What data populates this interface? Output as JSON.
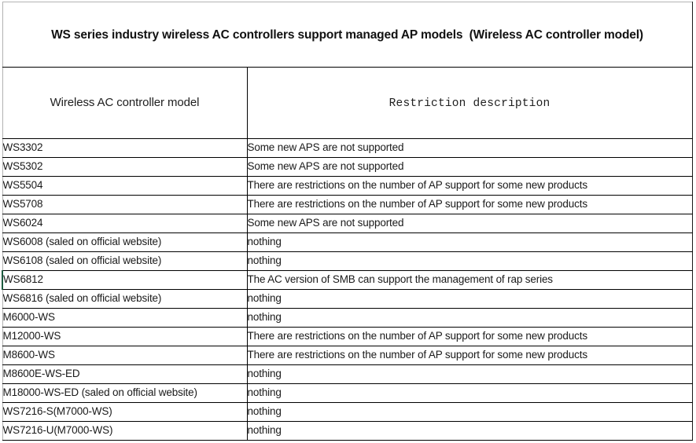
{
  "document": {
    "title": "WS series industry wireless AC controllers support managed AP models  (Wireless AC controller model)"
  },
  "table": {
    "columns": [
      {
        "key": "model",
        "label": "Wireless AC controller model"
      },
      {
        "key": "restriction",
        "label": "Restriction description"
      }
    ],
    "rows": [
      {
        "model": "WS3302",
        "restriction": "Some new APS are not supported"
      },
      {
        "model": "WS5302",
        "restriction": "Some new APS are not supported"
      },
      {
        "model": "WS5504",
        "restriction": "There are restrictions on the number of AP support for some new products"
      },
      {
        "model": "WS5708",
        "restriction": "There are restrictions on the number of AP support for some new products"
      },
      {
        "model": "WS6024",
        "restriction": "Some new APS are not supported"
      },
      {
        "model": "WS6008 (saled on official website)",
        "restriction": "nothing"
      },
      {
        "model": "WS6108  (saled on official website)",
        "restriction": "nothing"
      },
      {
        "model": "WS6812",
        "restriction": "The AC version of SMB can support the management of rap series"
      },
      {
        "model": "WS6816  (saled on official website)",
        "restriction": "nothing"
      },
      {
        "model": "M6000-WS",
        "restriction": "nothing"
      },
      {
        "model": "M12000-WS",
        "restriction": "There are restrictions on the number of AP support for some new products"
      },
      {
        "model": "M8600-WS",
        "restriction": "There are restrictions on the number of AP support for some new products"
      },
      {
        "model": "M8600E-WS-ED",
        "restriction": "nothing"
      },
      {
        "model": "M18000-WS-ED  (saled on official website)",
        "restriction": "nothing"
      },
      {
        "model": "WS7216-S(M7000-WS)",
        "restriction": "nothing"
      },
      {
        "model": "WS7216-U(M7000-WS)",
        "restriction": "nothing"
      }
    ]
  },
  "colors": {
    "text": "#1a1a1a",
    "grid": "#000000",
    "outer_light": "#b3b3b3",
    "accent": "#1d5b3f"
  }
}
